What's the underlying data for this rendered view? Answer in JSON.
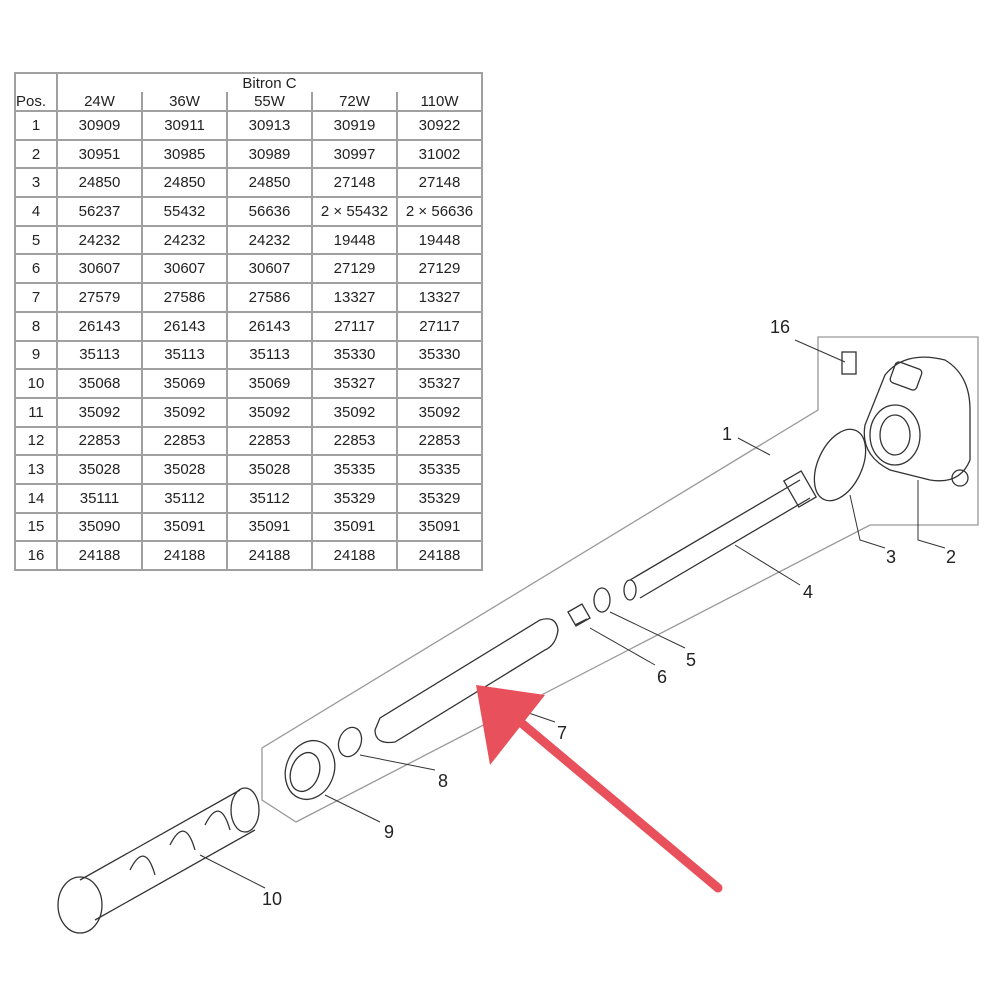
{
  "table": {
    "group_header": "Bitron C",
    "pos_header": "Pos.",
    "columns": [
      "24W",
      "36W",
      "55W",
      "72W",
      "110W"
    ],
    "rows": [
      {
        "pos": "1",
        "values": [
          "30909",
          "30911",
          "30913",
          "30919",
          "30922"
        ]
      },
      {
        "pos": "2",
        "values": [
          "30951",
          "30985",
          "30989",
          "30997",
          "31002"
        ]
      },
      {
        "pos": "3",
        "values": [
          "24850",
          "24850",
          "24850",
          "27148",
          "27148"
        ]
      },
      {
        "pos": "4",
        "values": [
          "56237",
          "55432",
          "56636",
          "2 × 55432",
          "2 × 56636"
        ]
      },
      {
        "pos": "5",
        "values": [
          "24232",
          "24232",
          "24232",
          "19448",
          "19448"
        ]
      },
      {
        "pos": "6",
        "values": [
          "30607",
          "30607",
          "30607",
          "27129",
          "27129"
        ]
      },
      {
        "pos": "7",
        "values": [
          "27579",
          "27586",
          "27586",
          "13327",
          "13327"
        ]
      },
      {
        "pos": "8",
        "values": [
          "26143",
          "26143",
          "26143",
          "27117",
          "27117"
        ]
      },
      {
        "pos": "9",
        "values": [
          "35113",
          "35113",
          "35113",
          "35330",
          "35330"
        ]
      },
      {
        "pos": "10",
        "values": [
          "35068",
          "35069",
          "35069",
          "35327",
          "35327"
        ]
      },
      {
        "pos": "11",
        "values": [
          "35092",
          "35092",
          "35092",
          "35092",
          "35092"
        ]
      },
      {
        "pos": "12",
        "values": [
          "22853",
          "22853",
          "22853",
          "22853",
          "22853"
        ]
      },
      {
        "pos": "13",
        "values": [
          "35028",
          "35028",
          "35028",
          "35335",
          "35335"
        ]
      },
      {
        "pos": "14",
        "values": [
          "35111",
          "35112",
          "35112",
          "35329",
          "35329"
        ]
      },
      {
        "pos": "15",
        "values": [
          "35090",
          "35091",
          "35091",
          "35091",
          "35091"
        ]
      },
      {
        "pos": "16",
        "values": [
          "24188",
          "24188",
          "24188",
          "24188",
          "24188"
        ]
      }
    ]
  },
  "diagram": {
    "callouts": [
      "1",
      "2",
      "3",
      "4",
      "5",
      "6",
      "7",
      "8",
      "9",
      "10",
      "16"
    ],
    "arrow_color": "#e8505b",
    "line_color": "#333333"
  }
}
